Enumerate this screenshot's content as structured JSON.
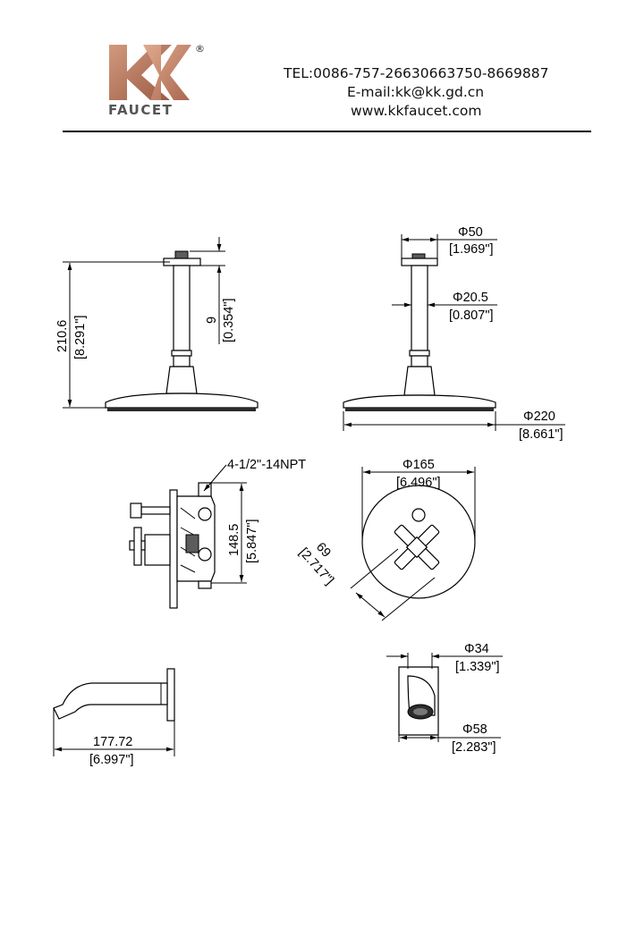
{
  "brand": {
    "logo_letters": "KK",
    "wordmark": "FAUCET",
    "registered_mark": "®",
    "color_left": "#b9775e",
    "color_right": "#c98b70"
  },
  "contact": {
    "tel": "TEL:0086-757-26630663750-8669887",
    "email": "E-mail:kk@kk.gd.cn",
    "website": "www.kkfaucet.com"
  },
  "dimensions": {
    "shower_total_height": "210.6",
    "shower_total_height_in": "[8.291\"]",
    "flange_thickness": "9",
    "flange_thickness_in": "[0.354\"]",
    "flange_dia": "Φ50",
    "flange_dia_in": "[1.969\"]",
    "arm_dia": "Φ20.5",
    "arm_dia_in": "[0.807\"]",
    "head_dia": "Φ220",
    "head_dia_in": "[8.661\"]",
    "thread_spec": "4-1/2\"-14NPT",
    "valve_height": "148.5",
    "valve_height_in": "[5.847\"]",
    "plate_dia": "Φ165",
    "plate_dia_in": "[6.496\"]",
    "handle_offset": "69",
    "handle_offset_in": "[2.717\"]",
    "spout_length": "177.72",
    "spout_length_in": "[6.997\"]",
    "spout_dia": "Φ34",
    "spout_dia_in": "[1.339\"]",
    "spout_flange_dia": "Φ58",
    "spout_flange_dia_in": "[2.283\"]"
  }
}
